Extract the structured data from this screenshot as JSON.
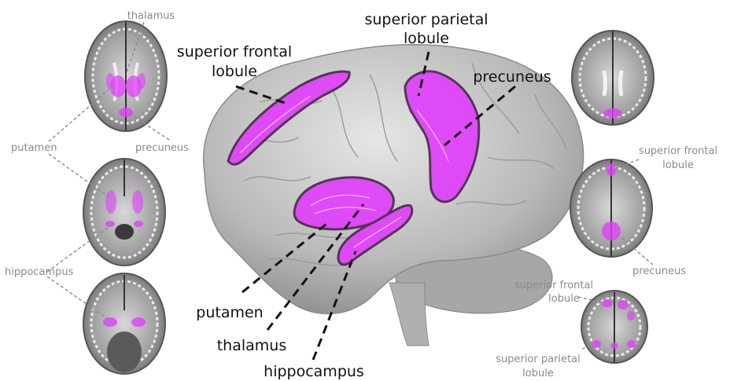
{
  "main_labels": {
    "superior_frontal": [
      "superior frontal",
      "lobule"
    ],
    "superior_parietal": [
      "superior parietal",
      "lobule"
    ],
    "precuneus": "precuneus",
    "putamen": "putamen",
    "thalamus": "thalamus",
    "hippocampus": "hippocampus"
  },
  "left_slice_labels": {
    "thalamus": "thalamus",
    "putamen": "putamen",
    "precuneus": "precuneus",
    "hippocampus": "hippocampus"
  },
  "right_slice_labels": {
    "superior_frontal_1": [
      "superior frontal",
      "lobule"
    ],
    "precuneus": "precuneus",
    "superior_frontal_2": [
      "superior frontal",
      "lobule"
    ],
    "superior_parietal": [
      "superior parietal",
      "lobule"
    ]
  },
  "colors": {
    "highlight": "#e040fb",
    "brain": "#c8c8c8",
    "main_label": "#111111",
    "slice_label": "#8a8a8a"
  }
}
